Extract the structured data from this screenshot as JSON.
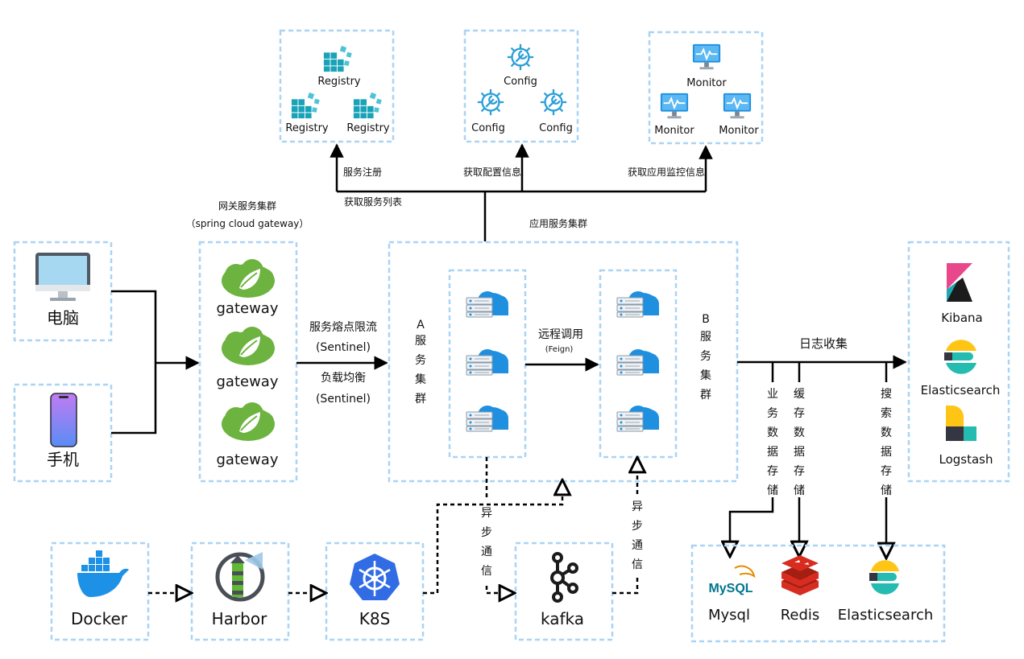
{
  "registry_group": {
    "items": [
      "Registry",
      "Registry",
      "Registry"
    ]
  },
  "config_group": {
    "items": [
      "Config",
      "Config",
      "Config"
    ]
  },
  "monitor_group": {
    "items": [
      "Monitor",
      "Monitor",
      "Monitor"
    ]
  },
  "edges_top": {
    "register": "服务注册",
    "fetch_list": "获取服务列表",
    "fetch_config": "获取配置信息",
    "fetch_monitor": "获取应用监控信息"
  },
  "gateway_cluster": {
    "title": "网关服务集群",
    "subtitle": "（spring cloud gateway）",
    "items": [
      "gateway",
      "gateway",
      "gateway"
    ]
  },
  "clients": {
    "pc": "电脑",
    "phone": "手机"
  },
  "gateway_edge": {
    "line1": "服务熔点限流",
    "line2": "(Sentinel)",
    "line3": "负载均衡",
    "line4": "(Sentinel)"
  },
  "app_cluster": {
    "title": "应用服务集群",
    "a_label": "A服务集群",
    "a_letter": "A",
    "a_rest": "服务集群",
    "b_letter": "B",
    "b_rest": "服务集群",
    "remote_call": "远程调用",
    "remote_sub": "(Feign)"
  },
  "log_edge": {
    "title": "日志收集"
  },
  "elk": {
    "items": [
      "Kibana",
      "Elasticsearch",
      "Logstash"
    ]
  },
  "storage_edges": {
    "business": "业务数据存储",
    "cache": "缓存数据存储",
    "search": "搜索数据存储"
  },
  "storage": {
    "items": [
      "Mysql",
      "Redis",
      "Elasticsearch"
    ],
    "mysql_logo": "MySQL"
  },
  "devops": {
    "items": [
      "Docker",
      "Harbor",
      "K8S"
    ]
  },
  "mq": {
    "name": "kafka",
    "async1": "异步通信",
    "async2": "异步通信"
  },
  "colors": {
    "dashed_border": "#a9d4f5",
    "spring_green": "#6db33f",
    "azure_blue": "#1f8fe0",
    "k8s_blue": "#326ce5",
    "docker_blue": "#1d91e6",
    "redis_red": "#d82c20",
    "kibana_pink": "#e8478b",
    "es_yellow": "#fec514",
    "es_teal": "#24bbb1",
    "logstash_yellow": "#fec514"
  }
}
